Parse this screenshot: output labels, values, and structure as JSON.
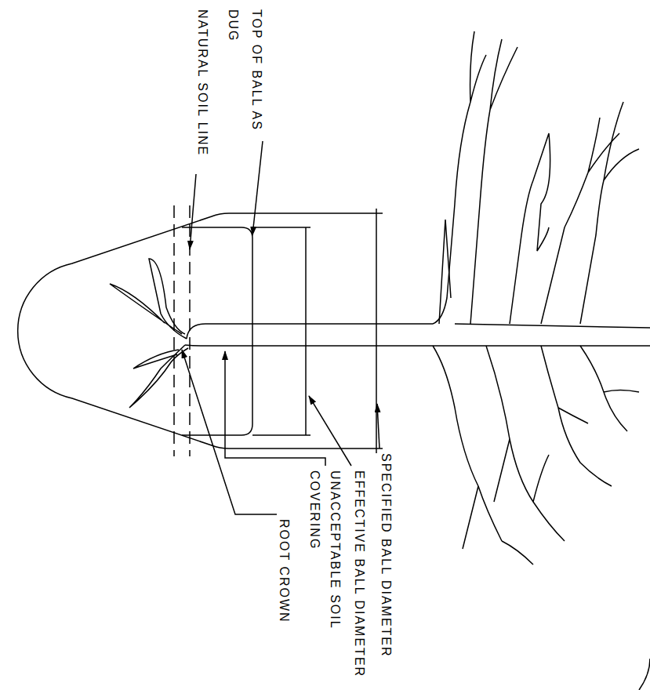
{
  "diagram": {
    "labels": [
      "NATURAL SOIL LINE",
      "TOP OF BALL AS DUG",
      "ROOT CROWN",
      "UNACCEPTABLE SOIL COVERING",
      "EFFECTIVE BALL DIAMETER",
      "SPECIFIED BALL DIAMETER"
    ]
  }
}
